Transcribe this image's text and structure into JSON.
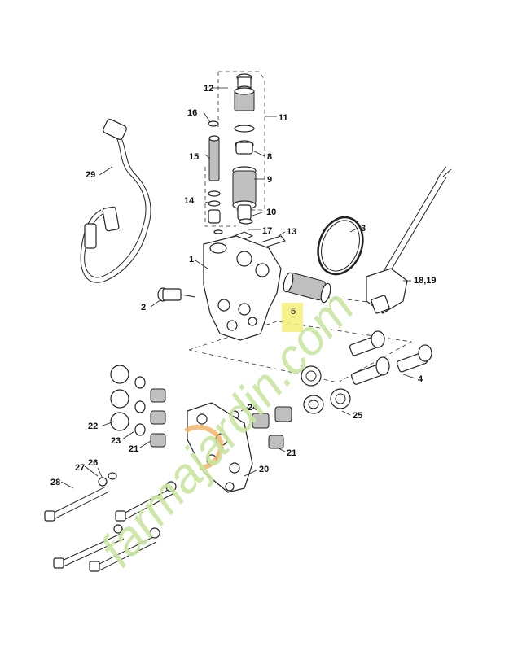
{
  "labels": {
    "l1": "1",
    "l2": "2",
    "l3": "3",
    "l4": "4",
    "l5": "5",
    "l8": "8",
    "l9": "9",
    "l10": "10",
    "l11": "11",
    "l12": "12",
    "l13": "13",
    "l14": "14",
    "l15": "15",
    "l16": "16",
    "l17": "17",
    "l18_19": "18,19",
    "l20": "20",
    "l21a": "21",
    "l21b": "21",
    "l22": "22",
    "l23": "23",
    "l24": "24",
    "l25": "25",
    "l26": "26",
    "l27": "27",
    "l28": "28",
    "l29": "29"
  },
  "watermark": {
    "text": "farmajardin.com",
    "dot": ".",
    "color_green": "#c8e6a0",
    "color_gray": "#c9c4bc"
  },
  "highlight": {
    "label": "5",
    "color": "#f5f07a"
  },
  "orange_mark_color": "#f0b060"
}
